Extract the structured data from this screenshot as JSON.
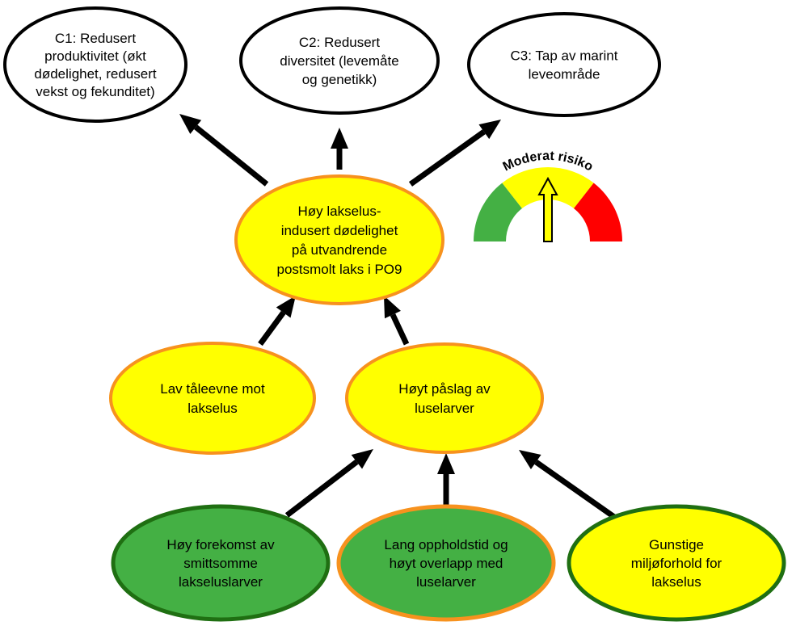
{
  "colors": {
    "yellow": "#ffff00",
    "green": "#44b044",
    "orange": "#f7921e",
    "dark_green": "#1f6f12",
    "red": "#ff0000",
    "black": "#000000",
    "white": "#ffffff"
  },
  "consequences": [
    {
      "id": "c1",
      "lines": [
        "C1: Redusert",
        "produktivitet (økt",
        "dødelighet, redusert",
        "vekst og fekunditet)"
      ]
    },
    {
      "id": "c2",
      "lines": [
        "C2: Redusert",
        "diversitet (levemåte",
        "og genetikk)"
      ]
    },
    {
      "id": "c3",
      "lines": [
        "C3: Tap av marint",
        "leveområde"
      ]
    }
  ],
  "central": {
    "lines": [
      "Høy lakselus-",
      "indusert dødelighet",
      "på utvandrende",
      "postsmolt laks i PO9"
    ],
    "fill": "yellow",
    "border": "orange"
  },
  "middle": [
    {
      "id": "tolerance",
      "lines": [
        "Lav tåleevne mot",
        "lakselus"
      ],
      "fill": "yellow",
      "border": "orange"
    },
    {
      "id": "infestation",
      "lines": [
        "Høyt påslag av",
        "luselarver"
      ],
      "fill": "yellow",
      "border": "orange"
    }
  ],
  "bottom": [
    {
      "id": "occurrence",
      "lines": [
        "Høy forekomst av",
        "smittsomme",
        "lakseluslarver"
      ],
      "fill": "green",
      "border": "dark_green"
    },
    {
      "id": "residence",
      "lines": [
        "Lang oppholdstid og",
        "høyt overlapp med",
        "luselarver"
      ],
      "fill": "green",
      "border": "orange"
    },
    {
      "id": "conditions",
      "lines": [
        "Gunstige",
        "miljøforhold for",
        "lakselus"
      ],
      "fill": "yellow",
      "border": "dark_green"
    }
  ],
  "gauge": {
    "title": "Moderat risiko",
    "level": 0.5,
    "segments": [
      "green",
      "yellow",
      "red"
    ]
  }
}
